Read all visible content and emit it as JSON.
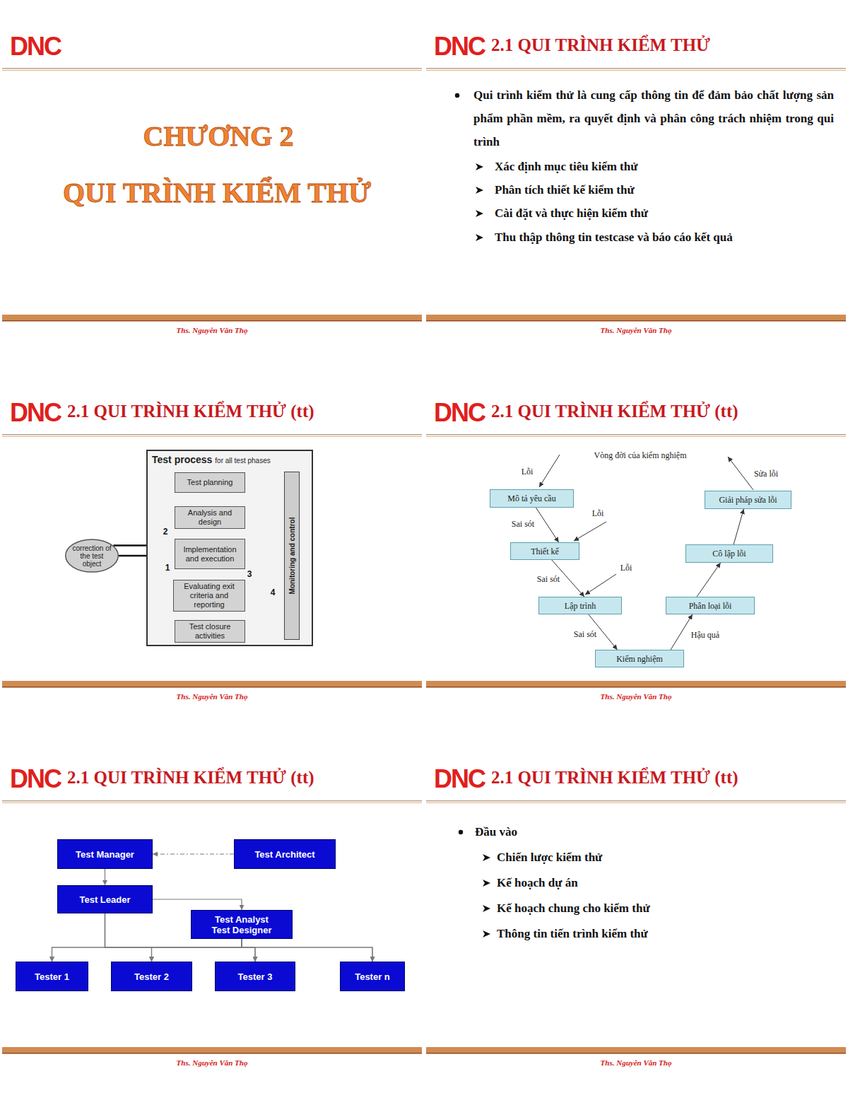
{
  "diagram": {
    "nodes": [
      {
        "text": [
          "Test process",
          "for all test phases"
        ]
      },
      {
        "text": [
          "Test planning"
        ],
        "in": 0
      },
      {
        "text": [
          "Analysis and design"
        ],
        "in": 0
      },
      {
        "text": [
          "Implementation and execution"
        ],
        "in": 0
      },
      {
        "text": [
          "Evaluating exit criteria and reporting"
        ],
        "in": 0
      },
      {
        "text": [
          "Test closure activities"
        ],
        "in": 0
      },
      {
        "text": [
          "Monitoring and control"
        ],
        "in": 0
      },
      {
        "text": [
          "correction of the test object"
        ]
      },
      {
        "text": [
          "Mô tả yêu cầu"
        ]
      },
      {
        "text": [
          "Thiết kế"
        ]
      },
      {
        "text": [
          "Lập trình"
        ]
      },
      {
        "text": [
          "Kiểm nghiệm"
        ]
      },
      {
        "text": [
          "Phân loại lỗi"
        ]
      },
      {
        "text": [
          "Cô lập lỗi"
        ]
      },
      {
        "text": [
          "Giải pháp sửa lỗi"
        ]
      },
      {
        "text": [
          "Test Manager"
        ]
      },
      {
        "text": [
          "Test Architect"
        ]
      },
      {
        "text": [
          "Test Leader"
        ]
      },
      {
        "text": [
          "Test Analyst",
          "Test Designer"
        ]
      },
      {
        "text": [
          "Tester 1"
        ]
      },
      {
        "text": [
          "Tester 2"
        ]
      },
      {
        "text": [
          "Tester 3"
        ]
      },
      {
        "text": [
          "Tester n"
        ]
      }
    ],
    "edges": [
      {
        "from": 1,
        "to": 2,
        "arrow": "to"
      },
      {
        "from": 2,
        "to": 3,
        "arrow": "to"
      },
      {
        "from": 3,
        "to": 4,
        "arrow": "to"
      },
      {
        "from": 4,
        "to": 5,
        "arrow": "to"
      },
      {
        "from": 7,
        "to": 3,
        "arrow": "to"
      },
      {
        "from": 7,
        "to": 2,
        "arrow": "to"
      },
      {
        "from": 4,
        "to": 1,
        "arrow": "to"
      },
      {
        "from": 4,
        "to": 2,
        "arrow": "to"
      },
      {
        "from": 4,
        "to": 6,
        "arrow": "to"
      },
      {
        "from": 6,
        "to": 1,
        "arrow": "to"
      },
      {
        "from": 6,
        "to": 3,
        "arrow": "to"
      },
      {
        "from": 8,
        "to": 9,
        "label": "Sai sót",
        "arrow": "to"
      },
      {
        "from": 9,
        "to": 10,
        "label": "Sai sót",
        "arrow": "to"
      },
      {
        "from": 10,
        "to": 11,
        "label": "Sai sót",
        "arrow": "to"
      },
      {
        "from": 11,
        "to": 12,
        "label": "Hậu quả",
        "arrow": "to"
      },
      {
        "from": 12,
        "to": 13,
        "arrow": "to"
      },
      {
        "from": 13,
        "to": 14,
        "arrow": "to"
      },
      {
        "from": 16,
        "to": 15,
        "arrow": "to"
      },
      {
        "from": 15,
        "to": 17,
        "arrow": "to"
      },
      {
        "from": 17,
        "to": 18,
        "arrow": "to"
      },
      {
        "from": 17,
        "to": 19,
        "arrow": "to"
      },
      {
        "from": 17,
        "to": 20,
        "arrow": "to"
      },
      {
        "from": 17,
        "to": 21,
        "arrow": "to"
      },
      {
        "from": 17,
        "to": 22,
        "arrow": "to"
      },
      {
        "from": 18,
        "to": 19,
        "arrow": "to"
      },
      {
        "from": 18,
        "to": 20,
        "arrow": "to"
      },
      {
        "from": 18,
        "to": 21,
        "arrow": "to"
      },
      {
        "from": 18,
        "to": 22,
        "arrow": "to"
      }
    ],
    "labels": [
      "DNC",
      "CHƯƠNG 2",
      "QUI TRÌNH KIỂM THỬ",
      "Ths. Nguyễn Văn Thọ",
      "DNC",
      "2.1 QUI TRÌNH KIỂM THỬ",
      "Qui trình kiểm thử là cung cấp thông tin để đảm bảo chất lượng sản phẩm phần mềm, ra quyết định và phân công trách nhiệm trong qui trình",
      "Xác định mục tiêu kiểm thử",
      "Phân tích thiết kế kiểm thử",
      "Cài đặt và thực hiện kiểm thử",
      "Thu thập thông tin testcase và báo cáo kết quả",
      "Ths. Nguyễn Văn Thọ",
      "DNC",
      "2.1 QUI TRÌNH KIỂM THỬ (tt)",
      "2",
      "1",
      "3",
      "4",
      "Ths. Nguyễn Văn Thọ",
      "DNC",
      "2.1 QUI TRÌNH KIỂM THỬ (tt)",
      "Vòng đời của kiểm nghiệm",
      "Lỗi",
      "Sửa lỗi",
      "Lỗi",
      "Lỗi",
      "Ths. Nguyễn Văn Thọ",
      "DNC",
      "2.1 QUI TRÌNH KIỂM THỬ (tt)",
      "Ths. Nguyễn Văn Thọ",
      "DNC",
      "2.1 QUI TRÌNH KIỂM THỬ (tt)",
      "Đầu vào",
      "Chiến lược kiểm thử",
      "Kế hoạch dự án",
      "Kế hoạch chung cho kiểm thử",
      "Thông tin tiến trình kiểm thử",
      "Ths. Nguyễn Văn Thọ"
    ]
  }
}
